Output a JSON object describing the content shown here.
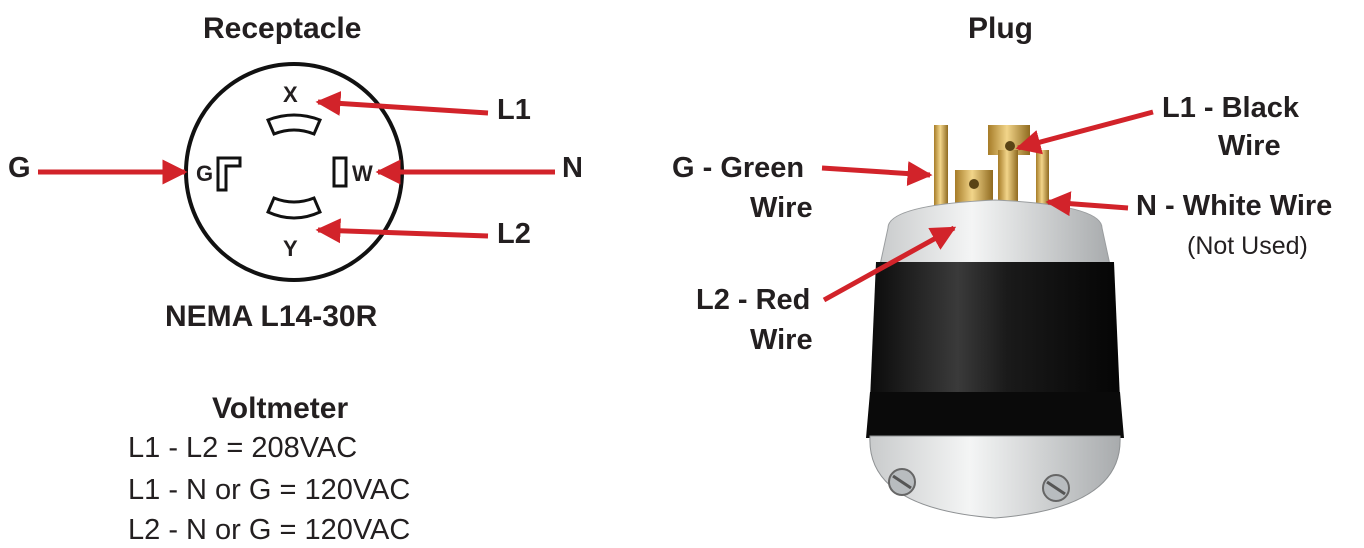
{
  "receptacle": {
    "title": "Receptacle",
    "model": "NEMA L14-30R",
    "slots": {
      "x": "X",
      "y": "Y",
      "g": "G",
      "w": "W"
    },
    "callouts": {
      "g": "G",
      "n": "N",
      "l1": "L1",
      "l2": "L2"
    }
  },
  "plug": {
    "title": "Plug",
    "callouts": {
      "l1_line1": "L1 - Black",
      "l1_line2": "Wire",
      "g_line1": "G - Green",
      "g_line2": "Wire",
      "n_line1": "N - White Wire",
      "n_note": "(Not Used)",
      "l2_line1": "L2 - Red",
      "l2_line2": "Wire"
    }
  },
  "voltmeter": {
    "title": "Voltmeter",
    "lines": [
      "L1 -  L2 =  208VAC",
      "L1 -  N or G = 120VAC",
      "L2 -  N or G = 120VAC"
    ]
  },
  "colors": {
    "arrow": "#d2232a",
    "text": "#231f20"
  }
}
